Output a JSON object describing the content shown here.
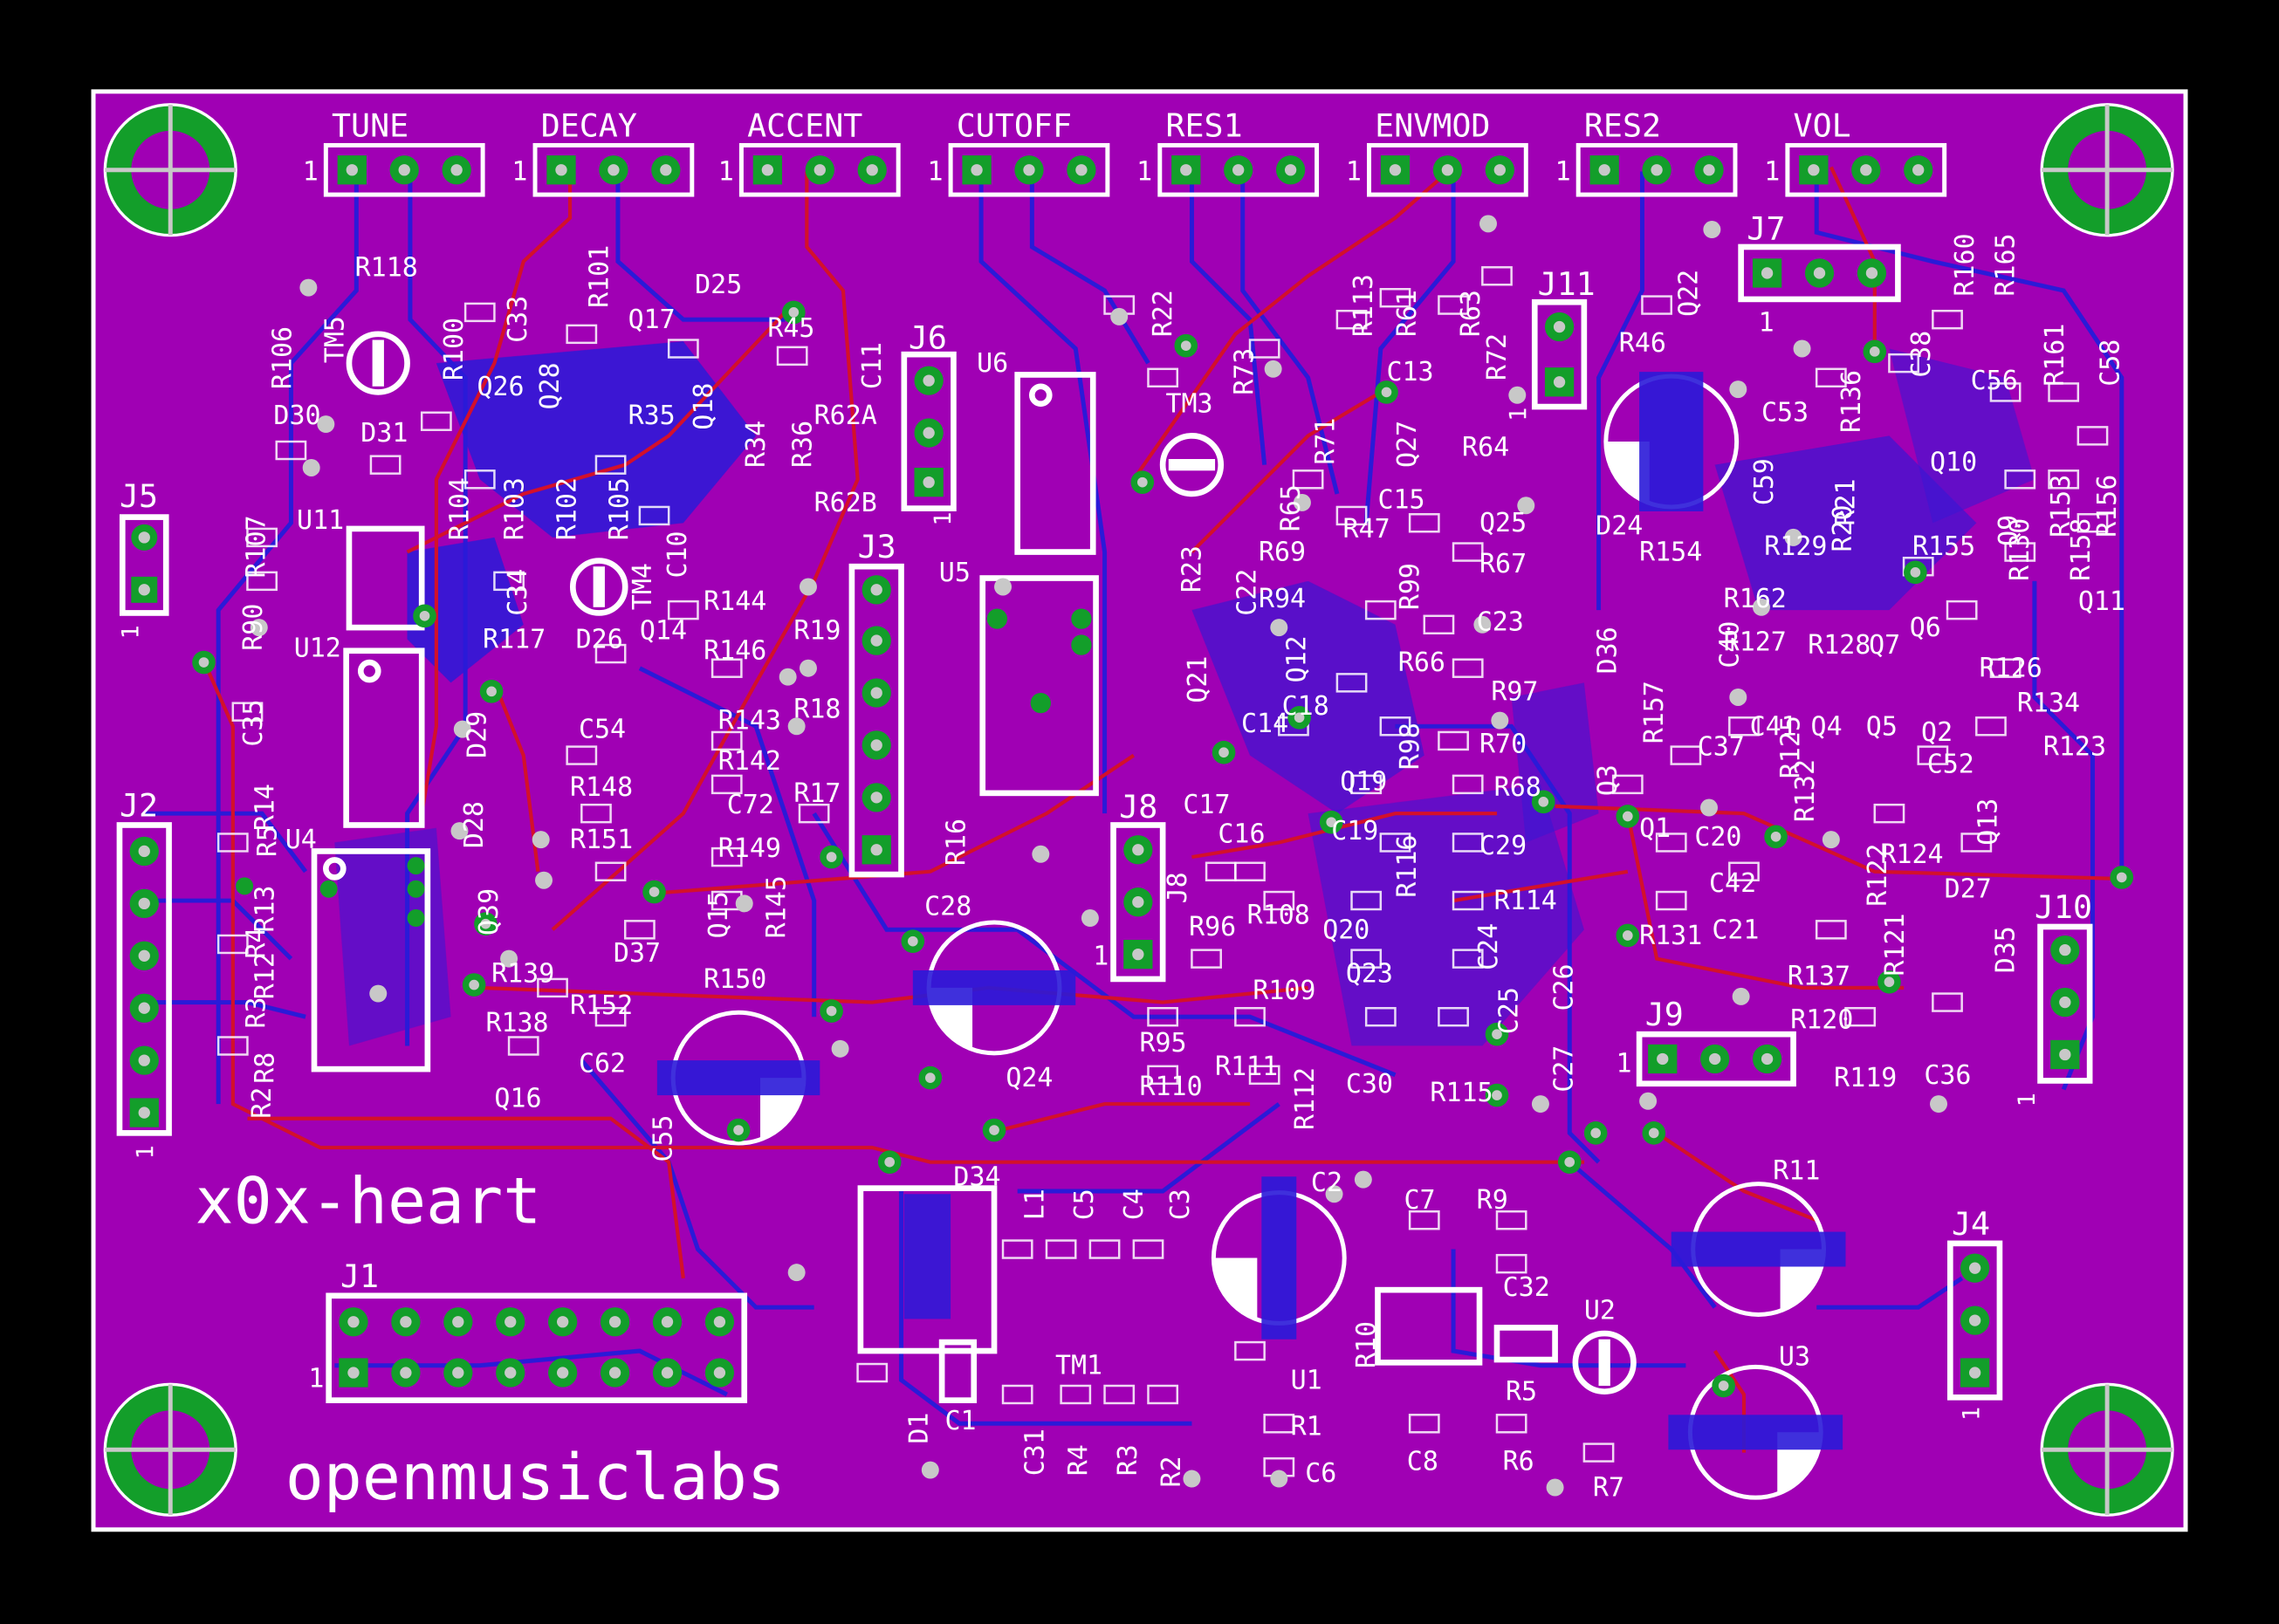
{
  "board": {
    "name": "x0x-heart",
    "maker": "openmusiclabs",
    "colors": {
      "substrate": "#a000b4",
      "copper_bottom": "#2a1ad8",
      "copper_top": "#d4102a",
      "pad": "#139e2a",
      "silk": "#ffffff",
      "outline": "#ffffff",
      "drill": "#c8c8c8"
    }
  },
  "pots": [
    {
      "name": "TUNE",
      "pin1": "1"
    },
    {
      "name": "DECAY",
      "pin1": "1"
    },
    {
      "name": "ACCENT",
      "pin1": "1"
    },
    {
      "name": "CUTOFF",
      "pin1": "1"
    },
    {
      "name": "RES1",
      "pin1": "1"
    },
    {
      "name": "ENVMOD",
      "pin1": "1"
    },
    {
      "name": "RES2",
      "pin1": "1"
    },
    {
      "name": "VOL",
      "pin1": "1"
    }
  ],
  "connectors": {
    "J1": "J1",
    "J2": "J2",
    "J3": "J3",
    "J4": "J4",
    "J5": "J5",
    "J6": "J6",
    "J7": "J7",
    "J8": "J8",
    "J9": "J9",
    "J10": "J10",
    "J11": "J11"
  },
  "pin_one": "1",
  "ics": [
    "U1",
    "U2",
    "U3",
    "U4",
    "U5",
    "U6",
    "U11",
    "U12"
  ],
  "caps_electrolytic": [
    "C7",
    "C28",
    "C31",
    "C32",
    "C53",
    "C55"
  ],
  "trimmers": [
    "TM1",
    "TM3",
    "TM4",
    "TM5"
  ],
  "inductor": "L1",
  "labels": [
    {
      "t": "R118"
    },
    {
      "t": "R106"
    },
    {
      "t": "TM5"
    },
    {
      "t": "R100"
    },
    {
      "t": "C33"
    },
    {
      "t": "R101"
    },
    {
      "t": "Q17"
    },
    {
      "t": "D25"
    },
    {
      "t": "R45"
    },
    {
      "t": "Q26"
    },
    {
      "t": "Q28"
    },
    {
      "t": "R35"
    },
    {
      "t": "Q18"
    },
    {
      "t": "C11"
    },
    {
      "t": "R62A"
    },
    {
      "t": "R62B"
    },
    {
      "t": "R36"
    },
    {
      "t": "R34"
    },
    {
      "t": "D30"
    },
    {
      "t": "D31"
    },
    {
      "t": "R104"
    },
    {
      "t": "R103"
    },
    {
      "t": "R102"
    },
    {
      "t": "R105"
    },
    {
      "t": "R107"
    },
    {
      "t": "U11"
    },
    {
      "t": "R90"
    },
    {
      "t": "U12"
    },
    {
      "t": "C34"
    },
    {
      "t": "TM4"
    },
    {
      "t": "C10"
    },
    {
      "t": "R117"
    },
    {
      "t": "D26"
    },
    {
      "t": "Q14"
    },
    {
      "t": "R144"
    },
    {
      "t": "R146"
    },
    {
      "t": "R19"
    },
    {
      "t": "C35"
    },
    {
      "t": "D29"
    },
    {
      "t": "C54"
    },
    {
      "t": "R143"
    },
    {
      "t": "R18"
    },
    {
      "t": "R142"
    },
    {
      "t": "R17"
    },
    {
      "t": "R148"
    },
    {
      "t": "C72"
    },
    {
      "t": "D28"
    },
    {
      "t": "R5"
    },
    {
      "t": "U4"
    },
    {
      "t": "R151"
    },
    {
      "t": "R149"
    },
    {
      "t": "R16"
    },
    {
      "t": "Q39"
    },
    {
      "t": "Q15"
    },
    {
      "t": "R145"
    },
    {
      "t": "R4"
    },
    {
      "t": "D37"
    },
    {
      "t": "R139"
    },
    {
      "t": "R150"
    },
    {
      "t": "R3"
    },
    {
      "t": "R152"
    },
    {
      "t": "R138"
    },
    {
      "t": "C62"
    },
    {
      "t": "R2"
    },
    {
      "t": "Q16"
    },
    {
      "t": "C55"
    },
    {
      "t": "U6"
    },
    {
      "t": "U5"
    },
    {
      "t": "R22"
    },
    {
      "t": "TM3"
    },
    {
      "t": "R73"
    },
    {
      "t": "R23"
    },
    {
      "t": "C22"
    },
    {
      "t": "C28"
    },
    {
      "t": "J8"
    },
    {
      "t": "R96"
    },
    {
      "t": "Q24"
    },
    {
      "t": "R95"
    },
    {
      "t": "R110"
    },
    {
      "t": "R111"
    },
    {
      "t": "Q21"
    },
    {
      "t": "C14"
    },
    {
      "t": "C17"
    },
    {
      "t": "C16"
    },
    {
      "t": "R108"
    },
    {
      "t": "R109"
    },
    {
      "t": "R112"
    },
    {
      "t": "R113"
    },
    {
      "t": "R61"
    },
    {
      "t": "R63"
    },
    {
      "t": "R72"
    },
    {
      "t": "C13"
    },
    {
      "t": "R71"
    },
    {
      "t": "Q27"
    },
    {
      "t": "R64"
    },
    {
      "t": "R65"
    },
    {
      "t": "C15"
    },
    {
      "t": "R47"
    },
    {
      "t": "Q25"
    },
    {
      "t": "R69"
    },
    {
      "t": "R67"
    },
    {
      "t": "R94"
    },
    {
      "t": "R99"
    },
    {
      "t": "C23"
    },
    {
      "t": "Q12"
    },
    {
      "t": "R66"
    },
    {
      "t": "R97"
    },
    {
      "t": "C18"
    },
    {
      "t": "R98"
    },
    {
      "t": "R70"
    },
    {
      "t": "Q19"
    },
    {
      "t": "R68"
    },
    {
      "t": "C19"
    },
    {
      "t": "R116"
    },
    {
      "t": "C29"
    },
    {
      "t": "Q20"
    },
    {
      "t": "R114"
    },
    {
      "t": "C24"
    },
    {
      "t": "Q23"
    },
    {
      "t": "C25"
    },
    {
      "t": "C26"
    },
    {
      "t": "C30"
    },
    {
      "t": "C27"
    },
    {
      "t": "R115"
    },
    {
      "t": "Q22"
    },
    {
      "t": "R46"
    },
    {
      "t": "D24"
    },
    {
      "t": "C53"
    },
    {
      "t": "R136"
    },
    {
      "t": "C38"
    },
    {
      "t": "R160"
    },
    {
      "t": "R165"
    },
    {
      "t": "C56"
    },
    {
      "t": "R161"
    },
    {
      "t": "C58"
    },
    {
      "t": "C59"
    },
    {
      "t": "R21"
    },
    {
      "t": "Q10"
    },
    {
      "t": "R154"
    },
    {
      "t": "R129"
    },
    {
      "t": "R20"
    },
    {
      "t": "Q9"
    },
    {
      "t": "R153"
    },
    {
      "t": "R156"
    },
    {
      "t": "R155"
    },
    {
      "t": "R158"
    },
    {
      "t": "R130"
    },
    {
      "t": "Q11"
    },
    {
      "t": "D36"
    },
    {
      "t": "C40"
    },
    {
      "t": "R162"
    },
    {
      "t": "R127"
    },
    {
      "t": "R128"
    },
    {
      "t": "Q7"
    },
    {
      "t": "Q6"
    },
    {
      "t": "R157"
    },
    {
      "t": "R126"
    },
    {
      "t": "R134"
    },
    {
      "t": "C41"
    },
    {
      "t": "Q4"
    },
    {
      "t": "Q5"
    },
    {
      "t": "Q3"
    },
    {
      "t": "C37"
    },
    {
      "t": "R125"
    },
    {
      "t": "Q2"
    },
    {
      "t": "C52"
    },
    {
      "t": "R123"
    },
    {
      "t": "R132"
    },
    {
      "t": "Q1"
    },
    {
      "t": "C20"
    },
    {
      "t": "R124"
    },
    {
      "t": "Q13"
    },
    {
      "t": "C42"
    },
    {
      "t": "R122"
    },
    {
      "t": "D27"
    },
    {
      "t": "R131"
    },
    {
      "t": "C21"
    },
    {
      "t": "R121"
    },
    {
      "t": "D35"
    },
    {
      "t": "R137"
    },
    {
      "t": "R120"
    },
    {
      "t": "R119"
    },
    {
      "t": "C36"
    },
    {
      "t": "D34"
    },
    {
      "t": "L1"
    },
    {
      "t": "C5"
    },
    {
      "t": "C4"
    },
    {
      "t": "C3"
    },
    {
      "t": "C2"
    },
    {
      "t": "C7"
    },
    {
      "t": "R9"
    },
    {
      "t": "R11"
    },
    {
      "t": "C32"
    },
    {
      "t": "R10"
    },
    {
      "t": "U2"
    },
    {
      "t": "TM1"
    },
    {
      "t": "D1"
    },
    {
      "t": "C1"
    },
    {
      "t": "U1"
    },
    {
      "t": "R1"
    },
    {
      "t": "R5"
    },
    {
      "t": "U3"
    },
    {
      "t": "C31"
    },
    {
      "t": "R4"
    },
    {
      "t": "R3"
    },
    {
      "t": "R2"
    },
    {
      "t": "C6"
    },
    {
      "t": "C8"
    },
    {
      "t": "R6"
    },
    {
      "t": "R7"
    },
    {
      "t": "R8"
    },
    {
      "t": "R12"
    },
    {
      "t": "R13"
    },
    {
      "t": "R14"
    },
    {
      "t": "R15"
    }
  ]
}
